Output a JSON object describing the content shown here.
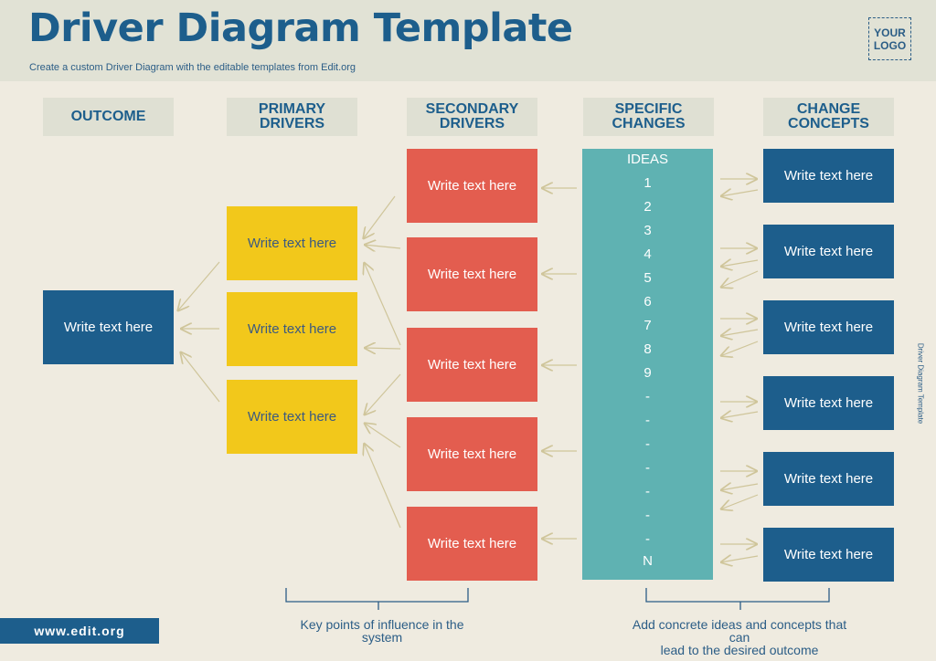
{
  "header": {
    "title": "Driver Diagram Template",
    "subtitle": "Create a custom Driver Diagram with the editable templates from Edit.org",
    "logo_line1": "YOUR",
    "logo_line2": "LOGO"
  },
  "columns": {
    "outcome": "OUTCOME",
    "primary_line1": "PRIMARY",
    "primary_line2": "DRIVERS",
    "secondary_line1": "SECONDARY",
    "secondary_line2": "DRIVERS",
    "specific_line1": "SPECIFIC",
    "specific_line2": "CHANGES",
    "change_line1": "CHANGE",
    "change_line2": "CONCEPTS"
  },
  "outcome_box": "Write text here",
  "primary_boxes": [
    "Write text here",
    "Write text here",
    "Write text here"
  ],
  "secondary_boxes": [
    "Write text here",
    "Write text here",
    "Write text here",
    "Write text here",
    "Write text here"
  ],
  "ideas": [
    "IDEAS",
    "1",
    "2",
    "3",
    "4",
    "5",
    "6",
    "7",
    "8",
    "9",
    "-",
    "-",
    "-",
    "-",
    "-",
    "-",
    "-",
    "N"
  ],
  "change_boxes": [
    "Write text here",
    "Write text here",
    "Write text here",
    "Write text here",
    "Write text here",
    "Write text here"
  ],
  "notes": {
    "left_line1": "Key points of influence in the",
    "left_line2": "system",
    "right_line1": "Add concrete ideas and concepts that can",
    "right_line2": "lead to the desired outcome"
  },
  "footer": {
    "site": "www.edit.org"
  },
  "side_label": "Driver Diagram Template",
  "colors": {
    "background": "#efebe0",
    "header": "#e1e2d5",
    "navy": "#1d5e8c",
    "yellow": "#f2c81b",
    "red": "#e35d4f",
    "teal": "#5fb2b2",
    "arrow": "#cfc59a"
  }
}
